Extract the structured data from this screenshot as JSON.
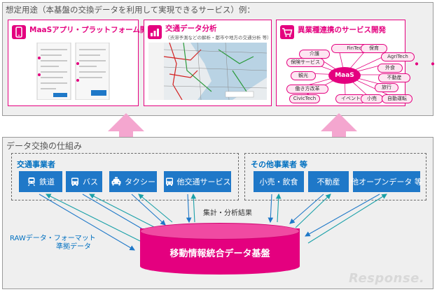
{
  "top_title": "想定用途（本基盤の交換データを利用して実現できるサービス）例：",
  "use_cases": [
    {
      "title": "MaaSアプリ・プラットフォーム開発",
      "subtitle": "",
      "icon": "smartphone-icon"
    },
    {
      "title": "交通データ分析",
      "subtitle": "（渋滞予測などの解析・都市や地方の交通分析 等）",
      "icon": "chart-icon"
    },
    {
      "title": "異業種連携のサービス開発",
      "subtitle": "",
      "icon": "cart-icon"
    }
  ],
  "maas_network": {
    "center": "MaaS",
    "nodes": [
      "FinTech",
      "介護",
      "保育",
      "AgriTech",
      "保険サービス",
      "外食",
      "観光",
      "不動産",
      "旅行",
      "働き方改革",
      "CivicTech",
      "イベント",
      "小売",
      "自動運転"
    ]
  },
  "ellipsis": "・・・",
  "mechanism_title": "データ交換の仕組み",
  "transport_group": {
    "label": "交通事業者",
    "operators": [
      {
        "label": "鉄道",
        "icon": "train-icon"
      },
      {
        "label": "バス",
        "icon": "bus-icon"
      },
      {
        "label": "タクシー",
        "icon": "taxi-icon"
      },
      {
        "label": "他交通サービス",
        "icon": "bus-icon"
      }
    ]
  },
  "other_group": {
    "label": "その他事業者 等",
    "operators": [
      {
        "label": "小売・飲食"
      },
      {
        "label": "不動産"
      },
      {
        "label": "他オープンデータ 等"
      }
    ]
  },
  "aggregate_label": "集計・分析結果",
  "raw_data_label": [
    "RAWデータ・フォーマット",
    "準拠データ"
  ],
  "platform_label": "移動情報統合データ基盤",
  "logo_text": "Response.",
  "colors": {
    "magenta": "#e4007f",
    "blue": "#1f78c8",
    "arrow_pink": "#f4a6cf"
  }
}
